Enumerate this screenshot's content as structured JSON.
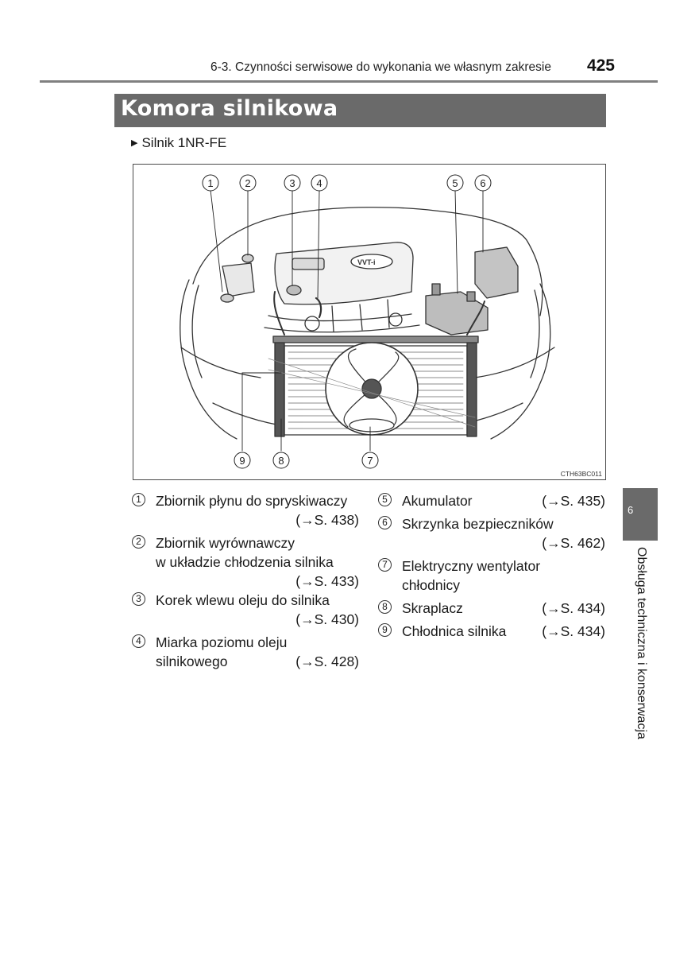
{
  "header": {
    "section": "6-3. Czynności serwisowe do wykonania we własnym zakresie",
    "page_number": "425"
  },
  "title": "Komora silnikowa",
  "subhead": "Silnik 1NR-FE",
  "figure": {
    "code": "CTH63BC011",
    "emblem_text": "VVT-i",
    "callouts": [
      "1",
      "2",
      "3",
      "4",
      "5",
      "6",
      "9",
      "8",
      "7"
    ]
  },
  "legend": [
    {
      "num": "1",
      "lines": [
        "Zbiornik płynu do spryskiwaczy"
      ],
      "ref": "(→S. 438)"
    },
    {
      "num": "2",
      "lines": [
        "Zbiornik wyrównawczy",
        "w układzie chłodzenia silnika"
      ],
      "ref": "(→S. 433)"
    },
    {
      "num": "3",
      "lines": [
        "Korek wlewu oleju do silnika"
      ],
      "ref": "(→S. 430)"
    },
    {
      "num": "4",
      "lines": [
        "Miarka poziomu oleju",
        "silnikowego"
      ],
      "ref": "(→S. 428)"
    },
    {
      "num": "5",
      "lines": [
        "Akumulator"
      ],
      "ref": "(→S. 435)"
    },
    {
      "num": "6",
      "lines": [
        "Skrzynka bezpieczników"
      ],
      "ref": "(→S. 462)"
    },
    {
      "num": "7",
      "lines": [
        "Elektryczny wentylator",
        "chłodnicy"
      ],
      "ref": ""
    },
    {
      "num": "8",
      "lines": [
        "Skraplacz"
      ],
      "ref": "(→S. 434)"
    },
    {
      "num": "9",
      "lines": [
        "Chłodnica silnika"
      ],
      "ref": "(→S. 434)"
    }
  ],
  "side_tab": {
    "chapter": "6",
    "label": "Obsługa techniczna i konserwacja"
  }
}
